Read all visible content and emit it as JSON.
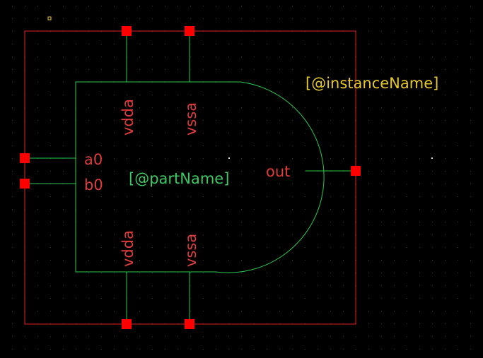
{
  "colors": {
    "background": "#000000",
    "grid": "#3a3a3a",
    "bounding_box": "#e02020",
    "body": "#28c850",
    "pin_square": "#ff0000",
    "pin_label": "#e03c3c",
    "part_label": "#3cc864",
    "instance_label": "#e6c828",
    "origin_marker": "#e6c828"
  },
  "symbol": {
    "instance_name": "[@instanceName]",
    "part_name": "[@partName]",
    "pins": {
      "a": "a0",
      "b": "b0",
      "out": "out",
      "vdda_top": "vdda",
      "vssa_top": "vssa",
      "vdda_bottom": "vdda",
      "vssa_bottom": "vssa"
    }
  }
}
